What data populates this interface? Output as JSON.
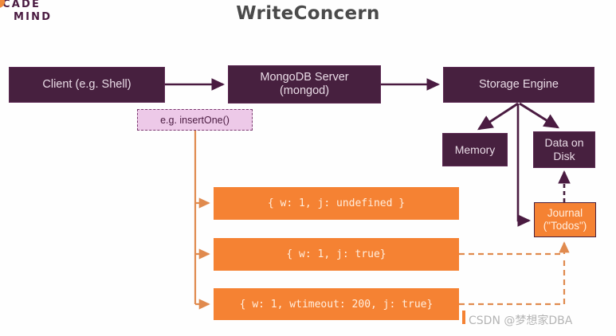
{
  "page": {
    "title": "WriteConcern",
    "watermark": "CSDN @梦想家DBA"
  },
  "logo": {
    "line1": "CADE",
    "line2": "MIND",
    "icon": "academind-swoosh"
  },
  "flow": {
    "client": "Client (e.g. Shell)",
    "server_line1": "MongoDB Server",
    "server_line2": "(mongod)",
    "storage_engine": "Storage Engine",
    "memory": "Memory",
    "disk_line1": "Data on",
    "disk_line2": "Disk",
    "journal_line1": "Journal",
    "journal_line2": "(\"Todos\")",
    "operation": "e.g. insertOne()"
  },
  "write_concerns": [
    {
      "label": "{ w: 1, j: undefined }",
      "journal_link": false
    },
    {
      "label": "{ w: 1, j: true}",
      "journal_link": true
    },
    {
      "label": "{ w: 1, wtimeout: 200, j: true}",
      "journal_link": true
    }
  ],
  "colors": {
    "purple": "#47203f",
    "purple_line": "#4a1b41",
    "orange": "#f58233",
    "orange_line": "#e08a4e",
    "pink": "#edc9e8",
    "title_gray": "#4a4a4a",
    "watermark_gray": "#b4b4b4"
  }
}
